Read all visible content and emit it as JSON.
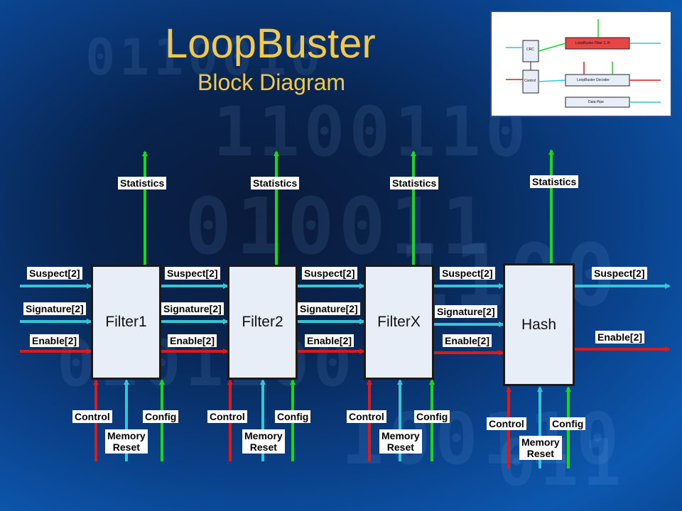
{
  "title": "LoopBuster",
  "subtitle": "Block Diagram",
  "colors": {
    "title": "#f2c94c",
    "suspect": "#35c4d8",
    "signature": "#35c4d8",
    "enable": "#e01818",
    "statistics": "#18d818",
    "control": "#e01818",
    "memory_reset": "#35c4d8",
    "config": "#18d818"
  },
  "blocks": [
    {
      "id": "filter1",
      "label": "Filter1"
    },
    {
      "id": "filter2",
      "label": "Filter2"
    },
    {
      "id": "filterx",
      "label": "FilterX"
    },
    {
      "id": "hash",
      "label": "Hash"
    }
  ],
  "signals": {
    "statistics": "Statistics",
    "suspect": "Suspect[2]",
    "signature": "Signature[2]",
    "enable": "Enable[2]",
    "control": "Control",
    "config": "Config",
    "memory_reset_line1": "Memory",
    "memory_reset_line2": "Reset"
  },
  "thumbnail": {
    "blocks": [
      "CRC",
      "Control",
      "LoopBuster Filter 1..N",
      "LoopBuster Decoder",
      "Data Pipe"
    ]
  }
}
